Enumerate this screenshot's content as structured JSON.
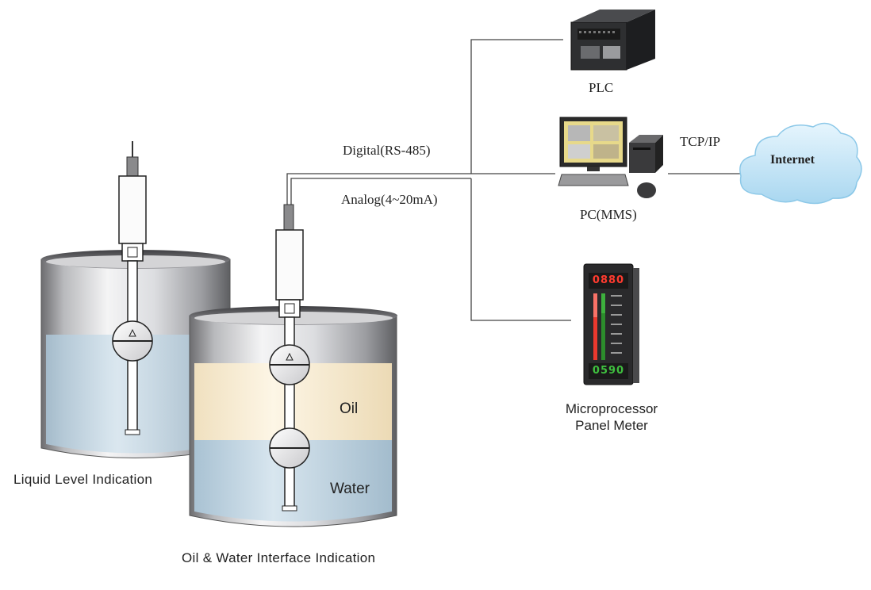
{
  "labels": {
    "plc": "PLC",
    "pc": "PC(MMS)",
    "tcpip": "TCP/IP",
    "internet": "Internet",
    "digital": "Digital(RS-485)",
    "analog": "Analog(4~20mA)",
    "meter_line1": "Microprocessor",
    "meter_line2": "Panel Meter",
    "oil": "Oil",
    "water": "Water",
    "tank1_caption": "Liquid Level Indication",
    "tank2_caption": "Oil & Water Interface Indication"
  },
  "meter": {
    "top_display": "0880",
    "bottom_display": "0590"
  },
  "icons": {
    "plc": "plc-controller-icon",
    "pc": "desktop-computer-icon",
    "internet": "cloud-icon",
    "meter": "panel-meter-icon"
  },
  "colors": {
    "oil": "#fbf0d8",
    "water": "#c7d9e6",
    "cloud": "#cde9f8",
    "meter_red": "#ff3b2f",
    "meter_green": "#3fbf3f"
  }
}
